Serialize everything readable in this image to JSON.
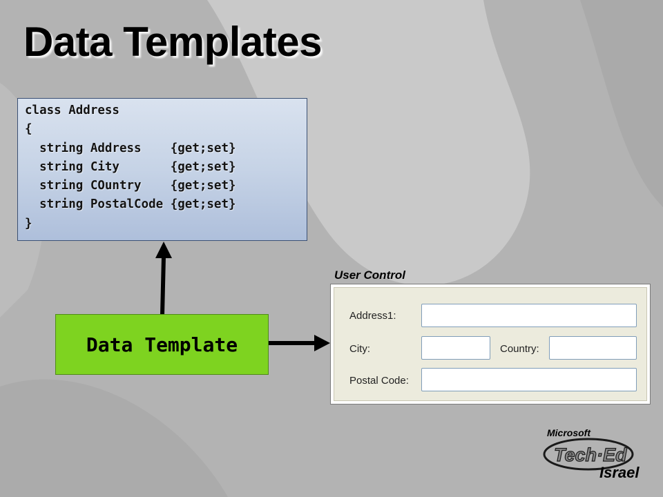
{
  "slide": {
    "title": "Data Templates"
  },
  "code": {
    "lines": [
      "class Address",
      "{",
      "  string Address    {get;set}",
      "  string City       {get;set}",
      "  string COuntry    {get;set}",
      "  string PostalCode {get;set}",
      "}"
    ]
  },
  "template_box": {
    "label": "Data Template",
    "color": "#7ed320"
  },
  "user_control": {
    "caption": "User Control",
    "fields": {
      "address1_label": "Address1:",
      "city_label": "City:",
      "country_label": "Country:",
      "postal_label": "Postal Code:"
    }
  },
  "logo": {
    "brand": "Microsoft",
    "mark": "Tech·Ed",
    "region": "Israel"
  }
}
